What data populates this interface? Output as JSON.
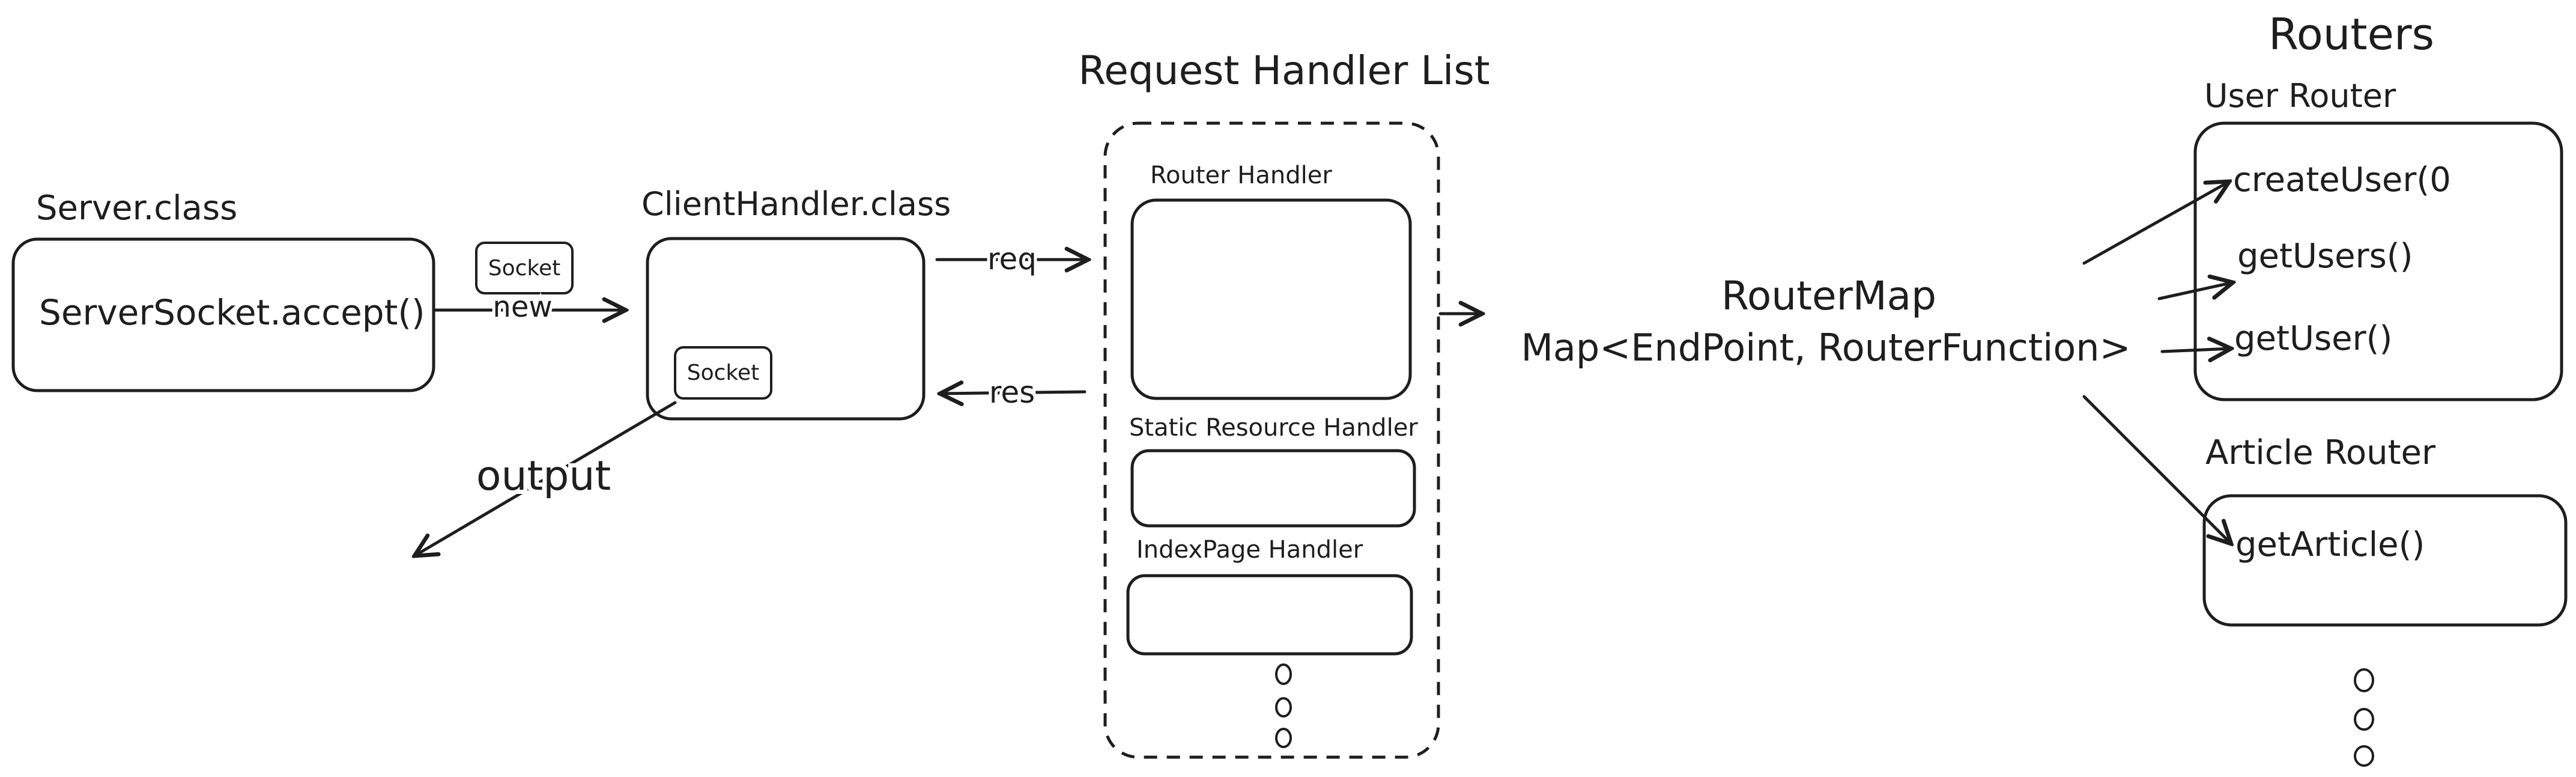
{
  "server": {
    "title": "Server.class",
    "method": "ServerSocket.accept()"
  },
  "socket_label": "Socket",
  "new_label": "new",
  "client": {
    "title": "ClientHandler.class",
    "socket": "Socket"
  },
  "output_label": "output",
  "req_label": "req",
  "res_label": "res",
  "request_handler_list": {
    "title": "Request Handler List",
    "handlers": [
      "Router Handler",
      "Static Resource Handler",
      "IndexPage Handler"
    ]
  },
  "routermap": {
    "title": "RouterMap",
    "type": "Map<EndPoint, RouterFunction>"
  },
  "routers": {
    "title": "Routers",
    "user_router": {
      "title": "User Router",
      "functions": [
        "createUser(0",
        "getUsers()",
        "getUser()"
      ]
    },
    "article_router": {
      "title": "Article Router",
      "functions": [
        "getArticle()"
      ]
    }
  }
}
